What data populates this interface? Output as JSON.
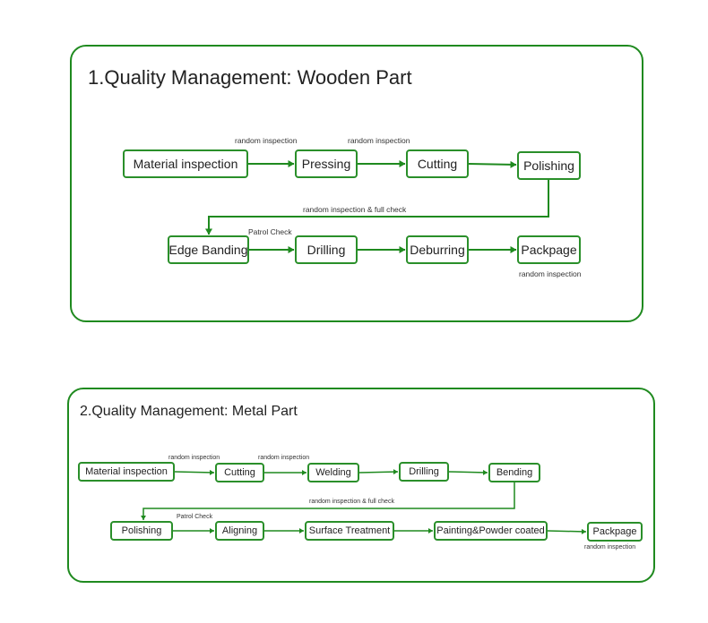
{
  "wooden": {
    "title": "1.Quality Management: Wooden Part",
    "nodes": {
      "material_inspection": "Material inspection",
      "pressing": "Pressing",
      "cutting": "Cutting",
      "polishing": "Polishing",
      "edge_banding": "Edge Banding",
      "drilling": "Drilling",
      "deburring": "Deburring",
      "packpage": "Packpage"
    },
    "notes": {
      "random1": "random inspection",
      "random2": "random inspection",
      "full_check": "random inspection & full check",
      "patrol": "Patrol Check",
      "random_end": "random inspection"
    }
  },
  "metal": {
    "title": "2.Quality Management: Metal Part",
    "nodes": {
      "material_inspection": "Material inspection",
      "cutting": "Cutting",
      "welding": "Welding",
      "drilling": "Drilling",
      "bending": "Bending",
      "polishing": "Polishing",
      "aligning": "Aligning",
      "surface_treatment": "Surface Treatment",
      "painting": "Painting&Powder coated",
      "packpage": "Packpage"
    },
    "notes": {
      "random1": "random inspection",
      "random2": "random inspection",
      "full_check": "random inspection & full check",
      "patrol": "Patrol Check",
      "random_end": "random inspection"
    }
  },
  "colors": {
    "border": "#1f8a1f",
    "arrow": "#1f8a1f"
  }
}
